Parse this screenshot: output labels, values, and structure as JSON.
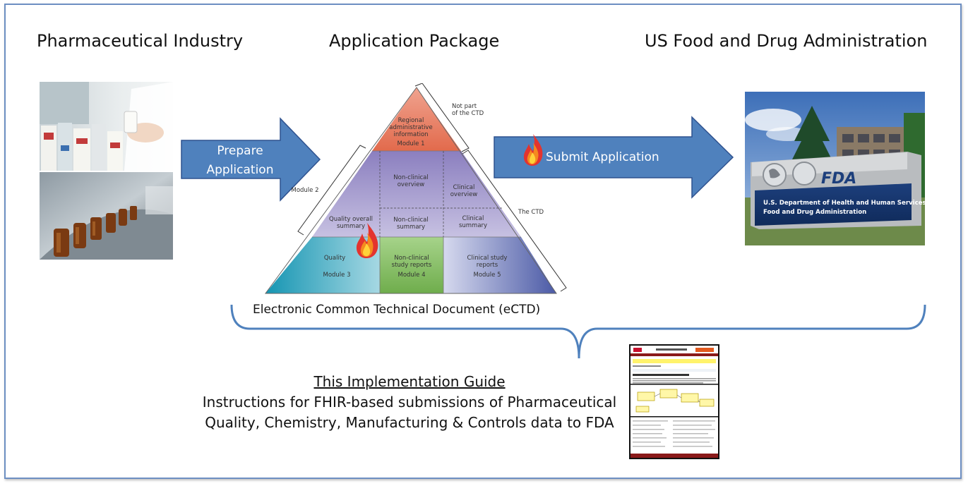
{
  "headings": {
    "industry": "Pharmaceutical Industry",
    "package": "Application Package",
    "fda": "US Food and Drug Administration"
  },
  "arrows": {
    "prepare_line1": "Prepare",
    "prepare_line2": "Application",
    "submit": "Submit Application"
  },
  "pyramid": {
    "top_bracket_line1": "Not part",
    "top_bracket_line2": "of the CTD",
    "left_bracket": "Module 2",
    "right_bracket": "The CTD",
    "module1_line1": "Regional",
    "module1_line2": "administrative",
    "module1_line3": "information",
    "module1_label": "Module 1",
    "nonclinical_overview_line1": "Non-clinical",
    "nonclinical_overview_line2": "overview",
    "clinical_overview_line1": "Clinical",
    "clinical_overview_line2": "overview",
    "quality_overall_line1": "Quality overall",
    "quality_overall_line2": "summary",
    "nonclinical_summary_line1": "Non-clinical",
    "nonclinical_summary_line2": "summary",
    "clinical_summary_line1": "Clinical",
    "clinical_summary_line2": "summary",
    "quality": "Quality",
    "module3_label": "Module 3",
    "nonclinical_reports_line1": "Non-clinical",
    "nonclinical_reports_line2": "study reports",
    "module4_label": "Module 4",
    "clinical_reports_line1": "Clinical study",
    "clinical_reports_line2": "reports",
    "module5_label": "Module 5",
    "caption": "Electronic Common Technical Document (eCTD)"
  },
  "fda_sign": {
    "logo_text": "FDA",
    "line1": "U.S. Department of Health and Human Services",
    "line2": "Food and Drug Administration"
  },
  "guide": {
    "title": "This Implementation Guide",
    "line1": "Instructions for FHIR-based submissions of Pharmaceutical",
    "line2": "Quality, Chemistry, Manufacturing & Controls data to FDA"
  },
  "colors": {
    "arrow_fill": "#4f81bd",
    "arrow_stroke": "#2f528f",
    "frame": "#6d8fc2",
    "module1": "#e87b5f",
    "module2": "#9a8fc7",
    "module3": "#2aa7bf",
    "module4": "#8dbf6a",
    "module5": "#8a93c9"
  }
}
